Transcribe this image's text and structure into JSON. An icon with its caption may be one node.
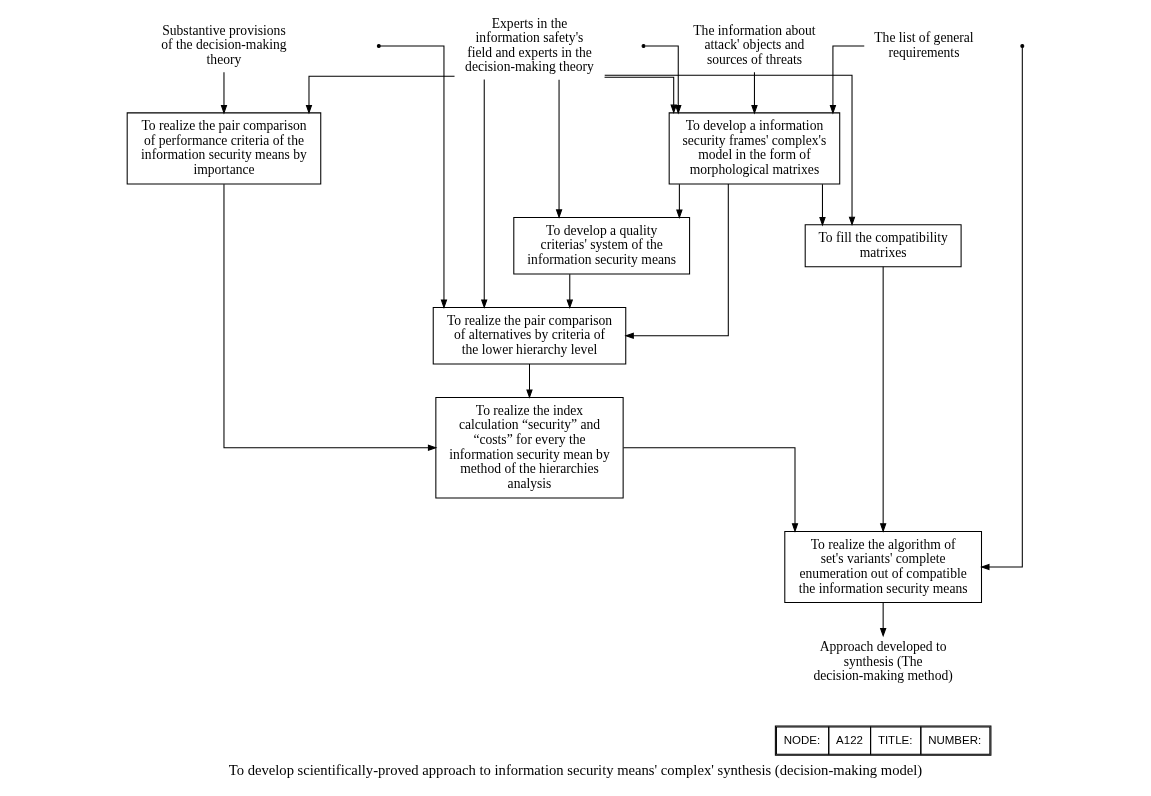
{
  "diagram": {
    "title": "To develop scientifically-proved approach to information security means' complex' synthesis (decision-making model)",
    "nodes": [
      {
        "text": [
          "The information about attack' objects and sources of threats"
        ]
      },
      {
        "text": [
          "The list of general requirements"
        ]
      },
      {
        "text": [
          "Substantive provisions of the decision-making theory"
        ]
      },
      {
        "text": [
          "To develop a information security frames' complex's model in the form of morphological matrixes"
        ]
      },
      {
        "text": [
          "To realize the pair comparison of performance criteria of the information security means by importance"
        ]
      },
      {
        "text": [
          "To fill the compatibility matrixes"
        ]
      },
      {
        "text": [
          "To realize the index calculation “security” and “costs” for every the information security mean by method of the hierarchies analysis"
        ]
      },
      {
        "text": [
          "To develop a quality criterias' system of the information security means"
        ]
      },
      {
        "text": [
          "To realize the algorithm of set's variants' complete enumeration out of compatible the information security means"
        ]
      },
      {
        "text": [
          "To realize the pair comparison of alternatives by criteria of the lower hierarchy level"
        ]
      },
      {
        "text": [
          "Approach developed to synthesis (The decision-making method)"
        ]
      },
      {
        "text": [
          "Experts in the information safety's field and experts in the decision-making theory"
        ]
      }
    ],
    "edges": [
      {
        "from": 0,
        "to": 3,
        "arrow": "to"
      },
      {
        "from": 1,
        "to": 3,
        "arrow": "to"
      },
      {
        "from": null,
        "to": 3,
        "arrow": "to"
      },
      {
        "from": null,
        "to": 9,
        "arrow": "to"
      },
      {
        "from": null,
        "to": 8,
        "arrow": "to"
      },
      {
        "from": 2,
        "to": 4,
        "arrow": "to"
      },
      {
        "from": 3,
        "to": 5,
        "arrow": "to"
      },
      {
        "from": 3,
        "to": 7,
        "arrow": "to"
      },
      {
        "from": 3,
        "to": 9,
        "arrow": "to"
      },
      {
        "from": 5,
        "to": 8,
        "arrow": "to"
      },
      {
        "from": 7,
        "to": 9,
        "arrow": "to"
      },
      {
        "from": 9,
        "to": 6,
        "arrow": "to"
      },
      {
        "from": 4,
        "to": 6,
        "arrow": "to"
      },
      {
        "from": 6,
        "to": 8,
        "arrow": "to"
      },
      {
        "from": 8,
        "to": 10,
        "arrow": "to"
      },
      {
        "from": 11,
        "to": 3,
        "arrow": "to"
      },
      {
        "from": 11,
        "to": 5,
        "arrow": "to"
      },
      {
        "from": 11,
        "to": 7,
        "arrow": "to"
      },
      {
        "from": 11,
        "to": 9,
        "arrow": "to"
      },
      {
        "from": 11,
        "to": 4,
        "arrow": "to"
      }
    ],
    "labels": [
      "NODE:",
      "A122",
      "TITLE:",
      "NUMBER:"
    ]
  }
}
